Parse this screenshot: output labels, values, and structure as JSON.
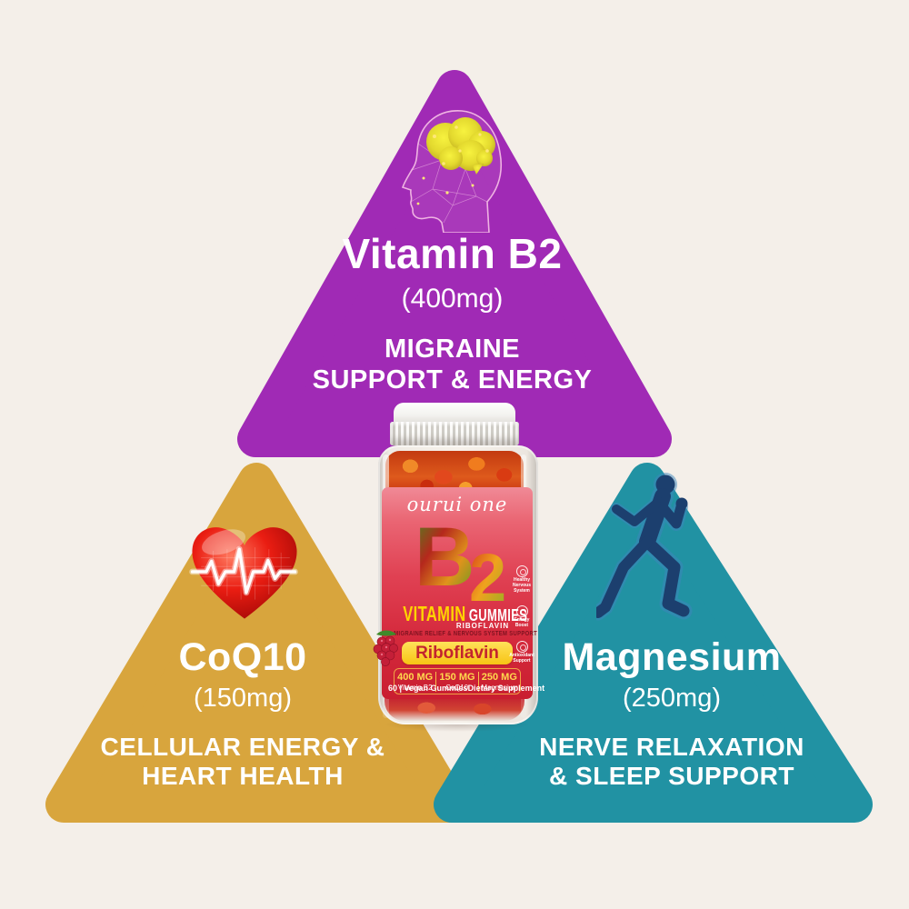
{
  "page": {
    "background_color": "#f4efe9"
  },
  "colors": {
    "purple_triangle": "#a02ab5",
    "gold_triangle": "#d8a53d",
    "teal_triangle": "#2192a3",
    "label_red": "#d52a3d",
    "banner_yellow": "#f7c414"
  },
  "triangles": {
    "top": {
      "icon": "brain-network-icon",
      "title": "Vitamin B2",
      "dose": "(400mg)",
      "benefit1": "MIGRAINE",
      "benefit2": "SUPPORT & ENERGY"
    },
    "left": {
      "icon": "heart-ekg-icon",
      "title": "CoQ10",
      "dose": "(150mg)",
      "benefit1": "CELLULAR ENERGY &",
      "benefit2": "HEART HEALTH"
    },
    "right": {
      "icon": "running-man-icon",
      "title": "Magnesium",
      "dose": "(250mg)",
      "benefit1": "NERVE RELAXATION",
      "benefit2": "& SLEEP SUPPORT"
    }
  },
  "bottle": {
    "brand": "ourui one",
    "big_letters": {
      "b": "B",
      "two": "2"
    },
    "product": {
      "word1": "VITAMIN",
      "word2": "GUMMIES",
      "sub": "RIBOFLAVIN"
    },
    "claim": "MIGRAINE RELIEF & NERVOUS SYSTEM SUPPORT",
    "banner": "Riboflavin",
    "doses": [
      {
        "amount": "400 MG",
        "name": "Vitamin B2"
      },
      {
        "amount": "150 MG",
        "name": "CoQ10"
      },
      {
        "amount": "250 MG",
        "name": "Magnesium"
      }
    ],
    "count": "60 | Vegan Gummies",
    "supplement": "Dietary Supplement",
    "badges": [
      "Healthy Nervous System",
      "Energy Boost",
      "Antioxidant Support"
    ]
  }
}
